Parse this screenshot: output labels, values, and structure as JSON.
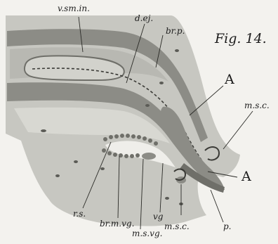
{
  "figure": {
    "title": "Fig. 14.",
    "labels": {
      "v_sm_in": "v.sm.in.",
      "d_ej": "d.ej.",
      "br_p": "br.p.",
      "A_upper": "A",
      "A_lower": "A",
      "m_s_c_upper": "m.s.c.",
      "r_s": "r.s.",
      "br_m_vg": "br.m.vg.",
      "m_s_vg": "m.s.vg.",
      "vg": "vg",
      "m_s_c_lower": "m.s.c.",
      "p": "p."
    }
  },
  "colors": {
    "paper": "#f3f2ee",
    "tissue_light": "#c7c7c1",
    "tissue_mid": "#a9a9a3",
    "tissue_dark": "#85857f",
    "lumen": "#efeeea",
    "ink": "#1c1c1c"
  }
}
